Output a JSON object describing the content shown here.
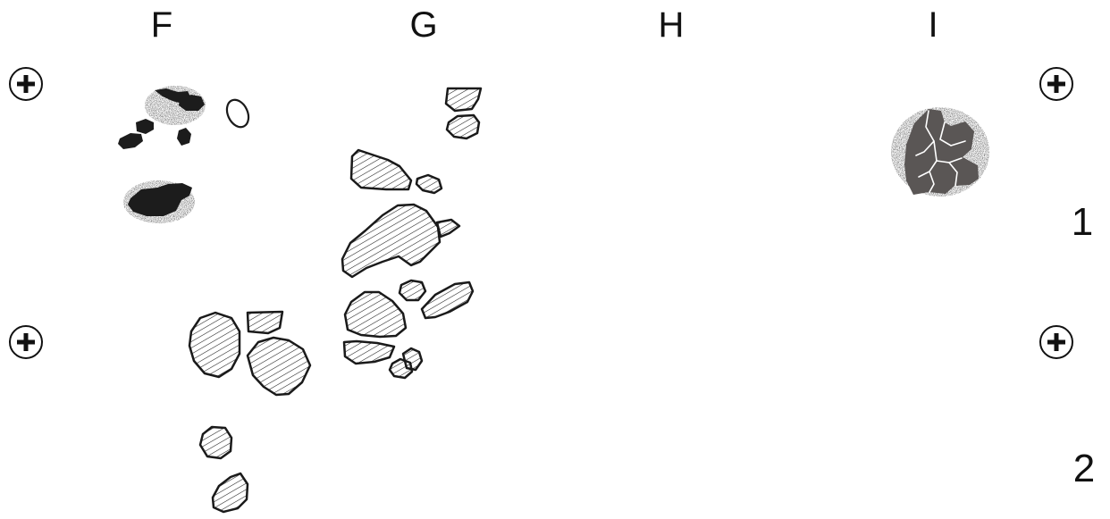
{
  "grid": {
    "columns": [
      "F",
      "G",
      "H",
      "I"
    ],
    "rows": [
      "1",
      "2"
    ]
  },
  "markers": [
    {
      "icon": "registration-cross-icon"
    },
    {
      "icon": "registration-cross-icon"
    },
    {
      "icon": "registration-cross-icon"
    },
    {
      "icon": "registration-cross-icon"
    }
  ],
  "fills": {
    "solid": "#1c1c1c",
    "gray": "#5a5655",
    "hatch_stroke": "#1a1a1a",
    "background": "#ffffff"
  }
}
